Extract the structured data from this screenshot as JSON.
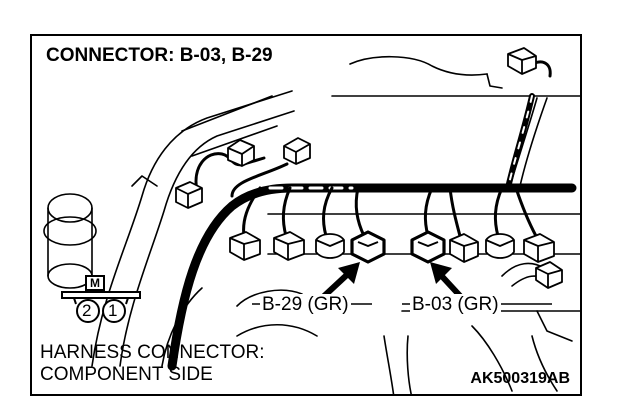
{
  "title": "CONNECTOR: B-03, B-29",
  "labels": {
    "b29": "B-29 (GR)",
    "b03": "B-03 (GR)"
  },
  "connector_face": {
    "marker": "M",
    "pins": [
      "2",
      "1"
    ]
  },
  "caption": {
    "line1": "HARNESS CONNECTOR:",
    "line2": "COMPONENT SIDE"
  },
  "figure_code": "AK500319AB",
  "colors": {
    "ink": "#000000",
    "paper": "#ffffff"
  }
}
